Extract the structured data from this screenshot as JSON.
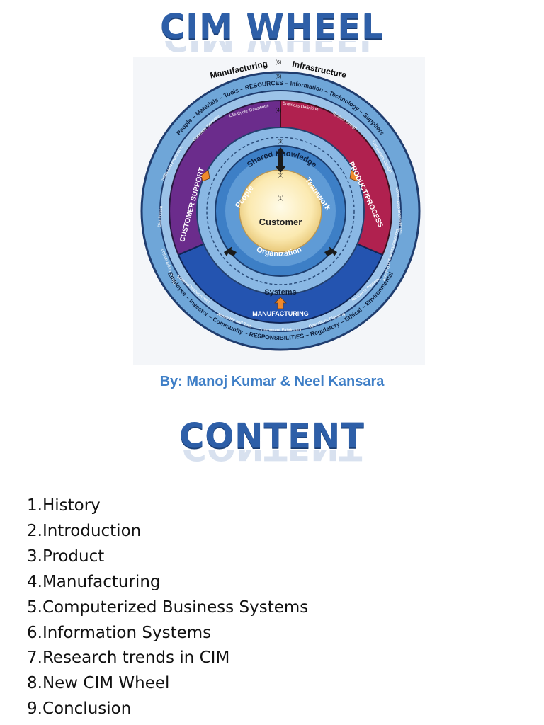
{
  "title": "CIM WHEEL",
  "content_title": "CONTENT",
  "byline": "By: Manoj Kumar & Neel Kansara",
  "wheel": {
    "center": "Customer",
    "center_num": "(1)",
    "people": "People",
    "teamwork": "Teamwork",
    "organization": "Organization",
    "ring2_num": "(2)",
    "shared_knowledge": "Shared Knowledge",
    "systems": "Systems",
    "ring3_num": "(3)",
    "ring4_num": "(4)",
    "ring5_num": "(5)",
    "ring6_num": "(6)",
    "customer_support": "CUSTOMER SUPPORT",
    "product_process": "PRODUCT/PROCESS",
    "manufacturing": "MANUFACTURING",
    "cs_items": [
      "Distribution",
      "Sales and Promotion",
      "Customer Services",
      "Life-Cycle Transitions",
      "Global Organization"
    ],
    "pp_items": [
      "Business Definition",
      "System Design",
      "Component Design",
      "Continuous Improvement",
      "Documentation and Release"
    ],
    "mf_items": [
      "Material Management",
      "Assembly and Test",
      "Component Fabrication",
      "Operations Planning",
      "Resource Planning"
    ],
    "resources": "People – Materials – Tools – RESOURCES – Information – Technology – Suppliers",
    "responsibilities": "Employee – Investor – Community – RESPONSIBILITIES – Regulatory – Ethical – Environmental",
    "manufacturing_top": "Manufacturing",
    "infrastructure": "Infrastructure"
  },
  "content_items": [
    "1.History",
    "2.Introduction",
    "3.Product",
    "4.Manufacturing",
    "5.Computerized Business Systems",
    "6.Information Systems",
    "7.Research trends in CIM",
    "8.New CIM Wheel",
    "9.Conclusion"
  ]
}
